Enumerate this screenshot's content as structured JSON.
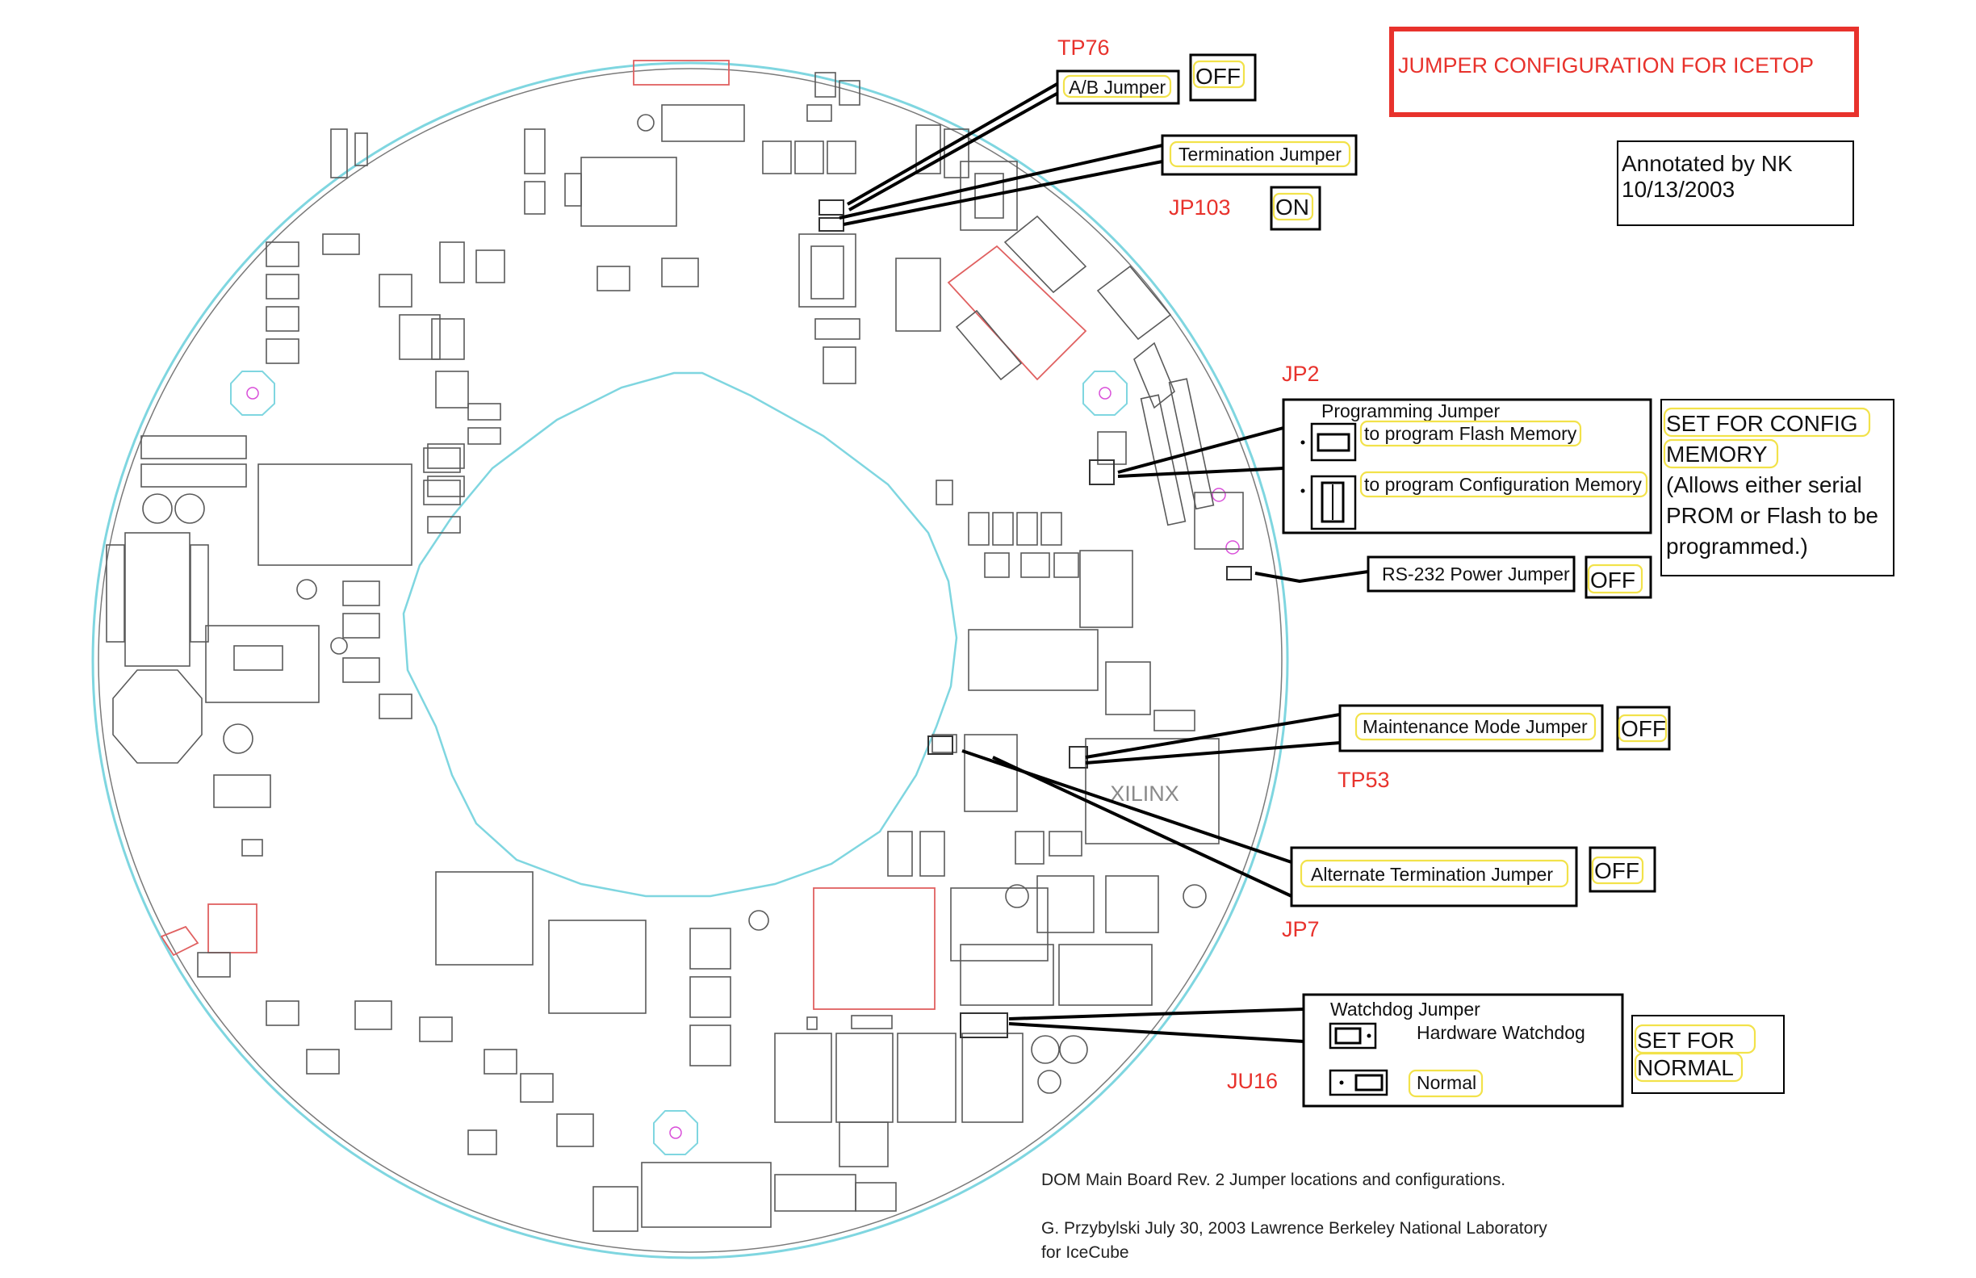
{
  "title": "JUMPER CONFIGURATION FOR ICETOP",
  "annotation": {
    "line1": "Annotated by NK",
    "line2": "10/13/2003"
  },
  "board_label": "XILINX",
  "refdes": {
    "tp76": "TP76",
    "jp103": "JP103",
    "jp2": "JP2",
    "tp53": "TP53",
    "jp7": "JP7",
    "ju16": "JU16"
  },
  "jumpers": {
    "ab": {
      "label": "A/B Jumper",
      "state": "OFF"
    },
    "termination": {
      "label": "Termination Jumper",
      "state": "ON"
    },
    "programming": {
      "label": "Programming Jumper",
      "option1": "to program Flash Memory",
      "option2": "to program Configuration Memory",
      "setting": [
        "SET FOR CONFIG",
        "MEMORY",
        "(Allows either serial",
        "PROM or Flash to be",
        "programmed.)"
      ]
    },
    "rs232": {
      "label": "RS-232 Power Jumper",
      "state": "OFF"
    },
    "maintenance": {
      "label": "Maintenance Mode Jumper",
      "state": "OFF"
    },
    "alt_termination": {
      "label": "Alternate  Termination Jumper",
      "state": "OFF"
    },
    "watchdog": {
      "label": "Watchdog Jumper",
      "option1": "Hardware Watchdog",
      "option2": "Normal",
      "setting": [
        "SET FOR",
        "NORMAL"
      ]
    }
  },
  "caption": {
    "line1": "DOM Main Board Rev. 2 Jumper locations and configurations.",
    "line2": "G. Przybylski July 30, 2003   Lawrence Berkeley National Laboratory",
    "line3": "for IceCube"
  },
  "colors": {
    "title_red": "#e8322c",
    "board_outline": "#7fd6e0",
    "highlight": "#f2e24a"
  }
}
